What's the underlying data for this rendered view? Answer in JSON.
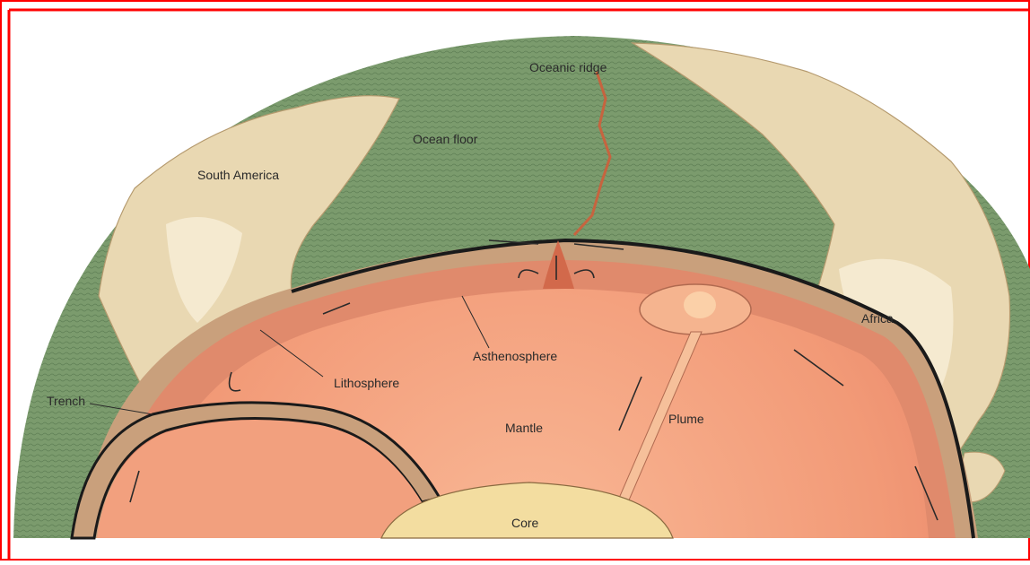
{
  "labels": {
    "oceanic_ridge": "Oceanic ridge",
    "ocean_floor": "Ocean floor",
    "south_america": "South America",
    "africa": "Africa",
    "asthenosphere": "Asthenosphere",
    "lithosphere": "Lithosphere",
    "trench": "Trench",
    "mantle": "Mantle",
    "plume": "Plume",
    "core": "Core"
  },
  "colors": {
    "border": "#ff0000",
    "ocean": "#7a9a6c",
    "land": "#e8d9b4",
    "lithosphere": "#d9896a",
    "asthenosphere": "#ec8e6e",
    "mantle": "#f4a27e",
    "core": "#f4dea2",
    "plate_edge": "#1a1a1a",
    "label": "#2a2a2a"
  }
}
